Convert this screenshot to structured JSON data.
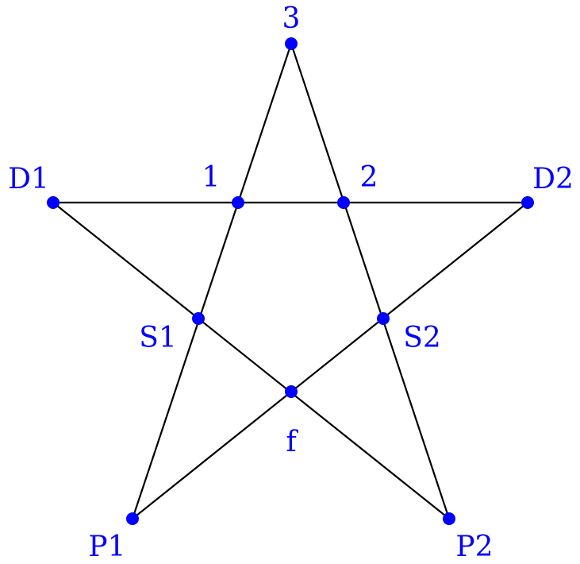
{
  "diagram": {
    "colors": {
      "node": "#0000ff",
      "label": "#0000ff",
      "edge": "#000000",
      "background": "#ffffff"
    },
    "nodes": {
      "n3": "3",
      "n1": "1",
      "n2": "2",
      "d1": "D1",
      "d2": "D2",
      "s1": "S1",
      "s2": "S2",
      "f": "f",
      "p1": "P1",
      "p2": "P2"
    },
    "edges": [
      [
        "D1",
        "D2"
      ],
      [
        "3",
        "P1"
      ],
      [
        "3",
        "P2"
      ],
      [
        "D1",
        "P2"
      ],
      [
        "D2",
        "P1"
      ]
    ]
  }
}
